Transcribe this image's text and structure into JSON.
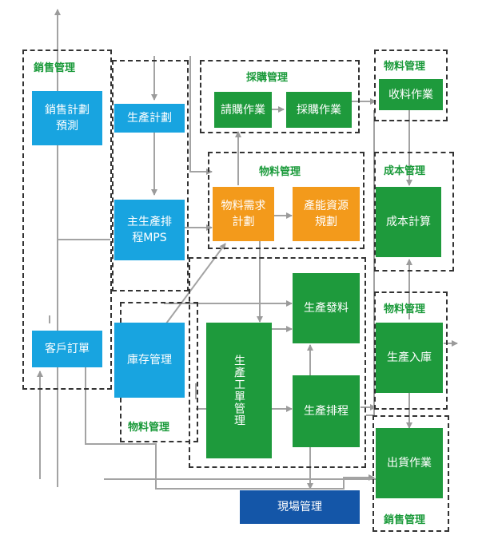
{
  "groups": {
    "sales_mgmt_top": "銷售管理",
    "purchasing_mgmt": "採購管理",
    "material_mgmt_top_right": "物料管理",
    "material_mgmt_center": "物料管理",
    "cost_mgmt": "成本管理",
    "material_mgmt_right": "物料管理",
    "material_mgmt_bottom_left": "物料管理",
    "sales_mgmt_bottom": "銷售管理"
  },
  "boxes": {
    "sales_forecast": "銷售計劃\n預測",
    "production_plan": "生產計劃",
    "mps": "主生產排\n程MPS",
    "customer_order": "客戶訂單",
    "inventory_mgmt": "庫存管理",
    "requisition": "請購作業",
    "purchasing": "採購作業",
    "receiving": "收料作業",
    "mrp": "物料需求\n計劃",
    "capacity_planning": "產能資源\n規劃",
    "cost_calc": "成本計算",
    "production_issue": "生產發料",
    "work_order_mgmt": "生產工單管理",
    "production_scheduling": "生產排程",
    "production_receipt": "生產入庫",
    "shipping": "出貨作業",
    "shop_floor_mgmt": "現場管理"
  },
  "colors": {
    "blue": "#18a4e0",
    "green": "#1e9a3c",
    "orange": "#f39a1b",
    "navy": "#1456a8",
    "label_green": "#1a9a3a",
    "line_gray": "#a0a0a0"
  }
}
